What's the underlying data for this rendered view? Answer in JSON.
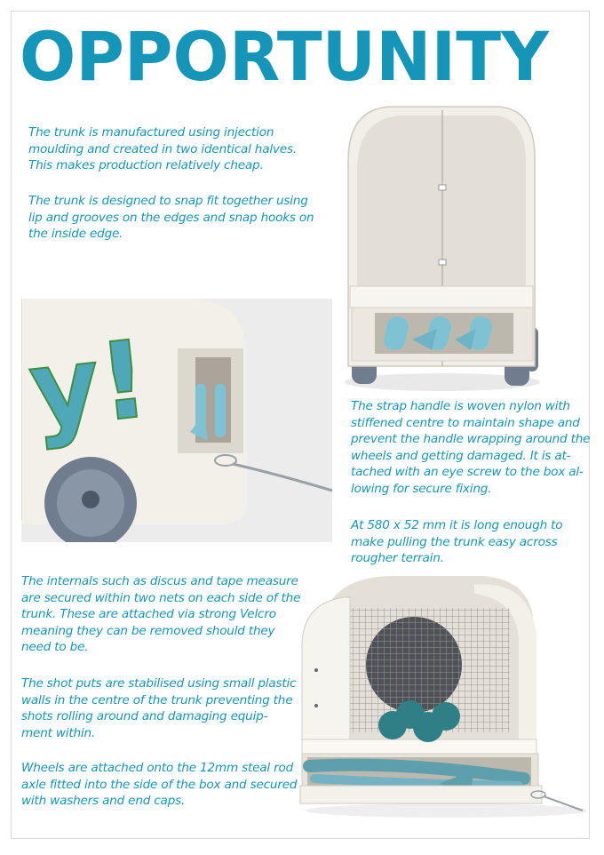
{
  "title": "OPPORTUNITY",
  "colors": {
    "accent": "#1596b8",
    "trunk_white": "#f2efe8",
    "trunk_shade": "#d9d5cc",
    "rod_blue": "#7fc2d3",
    "ball_teal": "#2e7f86",
    "wheel_grey": "#6f7d8e"
  },
  "paragraphs": {
    "p1": [
      "The trunk is manufactured using injection",
      "moulding and created in two identical halves.",
      "This makes production relatively cheap."
    ],
    "p2": [
      "The trunk is designed to snap fit together using",
      "lip and grooves on the edges and snap hooks on",
      "the inside edge."
    ],
    "p3": [
      "The strap handle is woven nylon with",
      "stiffened centre to maintain shape and",
      "prevent the handle wrapping around the",
      "wheels and getting damaged. It is at-",
      "tached with an eye screw to the box al-",
      "lowing for secure fixing."
    ],
    "p4": [
      "At 580 x 52 mm it is long enough to",
      "make pulling the trunk easy across",
      "rougher terrain."
    ],
    "p5": [
      "The internals such as discus and tape measure",
      "are secured within two nets on each side of the",
      "trunk. These are attached via strong Velcro",
      "meaning they can be removed should they",
      "need to be."
    ],
    "p6": [
      "The shot puts are stabilised using small plastic",
      "walls in the centre of the trunk preventing the",
      "shots rolling around and damaging equip-",
      "ment within."
    ],
    "p7": [
      "Wheels are attached onto the 12mm steal rod",
      "axle fitted into the side of the box and secured",
      "with washers and end caps."
    ]
  },
  "closeup_logo": "y!"
}
